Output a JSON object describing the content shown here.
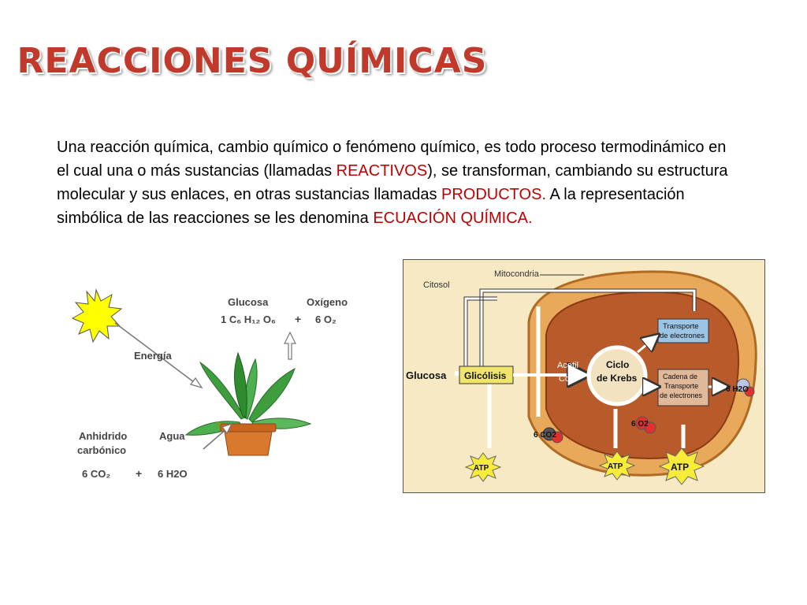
{
  "slide": {
    "title": "REACCIONES QUÍMICAS",
    "paragraph": {
      "part1": "Una reacción química, cambio químico o fenómeno químico, es todo proceso termodinámico en el cual una o más sustancias (llamadas ",
      "reactivos": "REACTIVOS",
      "part2": "), se transforman, cambiando su estructura molecular y sus enlaces, en otras sustancias llamadas ",
      "productos": "PRODUCTOS.",
      "part3": " A la representación simbólica de las reacciones se les denomina ",
      "ecuacion": "ECUACIÓN QUÍMICA."
    },
    "highlight_color": "#c00000"
  },
  "photosynthesis": {
    "energy_label": "Energía",
    "glucose_label": "Glucosa",
    "oxygen_label": "Oxígeno",
    "glucose_formula": "1 C₆ H₁₂ O₆",
    "plus": "+",
    "oxygen_formula": "6 O₂",
    "co2_label_line1": "Anhidrido",
    "co2_label_line2": "carbónico",
    "water_label": "Agua",
    "co2_formula": "6 CO₂",
    "water_formula": "6 H2O"
  },
  "respiration": {
    "mitocondria": "Mitocondria",
    "citosol": "Citosol",
    "glucosa": "Glucosa",
    "glicolisis": "Glicólisis",
    "acetil": "Acetil",
    "coa": "CoA",
    "ciclo": "Ciclo",
    "de_krebs": "de Krebs",
    "transporte_line1": "Transporte",
    "transporte_line2": "de electrones",
    "cadena_line1": "Cadena de",
    "cadena_line2": "Transporte",
    "cadena_line3": "de electrones",
    "h2o": "6 H2O",
    "o2": "6 O2",
    "co2": "6 CO2",
    "atp": "ATP"
  }
}
